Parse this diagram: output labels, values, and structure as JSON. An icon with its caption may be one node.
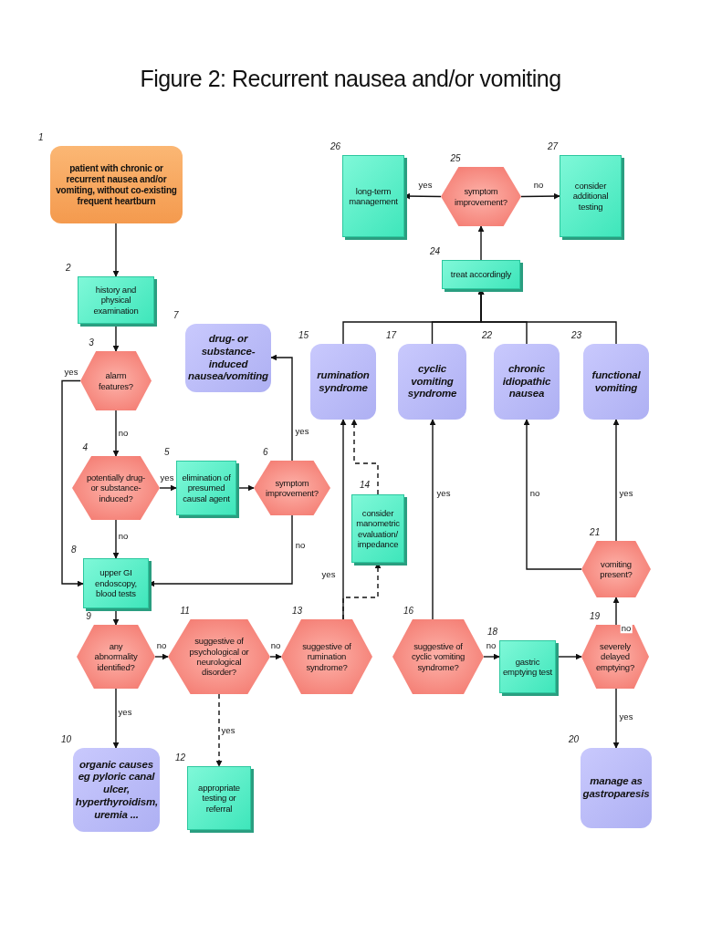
{
  "diagram": {
    "title": "Figure 2: Recurrent nausea and/or vomiting",
    "nodes": [
      {
        "text": [
          "patient with chronic or recurrent nausea and/or vomiting, without co-existing frequent heartburn"
        ],
        "beside": [
          "1"
        ]
      },
      {
        "text": [
          "history and physical examination"
        ],
        "beside": [
          "2"
        ]
      },
      {
        "text": [
          "alarm features?"
        ],
        "beside": [
          "3"
        ]
      },
      {
        "text": [
          "potentially drug- or substance-induced?"
        ],
        "beside": [
          "4"
        ]
      },
      {
        "text": [
          "elimination of presumed causal agent"
        ],
        "beside": [
          "5"
        ]
      },
      {
        "text": [
          "symptom improvement?"
        ],
        "beside": [
          "6"
        ]
      },
      {
        "text": [
          "drug- or substance-induced nausea/vomiting"
        ],
        "beside": [
          "7"
        ]
      },
      {
        "text": [
          "upper GI endoscopy, blood tests"
        ],
        "beside": [
          "8"
        ]
      },
      {
        "text": [
          "any abnormality identified?"
        ],
        "beside": [
          "9"
        ]
      },
      {
        "text": [
          "organic causes eg pyloric canal ulcer, hyperthyroidism, uremia ..."
        ],
        "beside": [
          "10"
        ]
      },
      {
        "text": [
          "suggestive of psychological or neurological disorder?"
        ],
        "beside": [
          "11"
        ]
      },
      {
        "text": [
          "appropriate testing or referral"
        ],
        "beside": [
          "12"
        ]
      },
      {
        "text": [
          "suggestive of rumination syndrome?"
        ],
        "beside": [
          "13"
        ]
      },
      {
        "text": [
          "consider manometric evaluation/ impedance"
        ],
        "beside": [
          "14"
        ]
      },
      {
        "text": [
          "rumination syndrome"
        ],
        "beside": [
          "15"
        ]
      },
      {
        "text": [
          "suggestive of cyclic vomiting syndrome?"
        ],
        "beside": [
          "16"
        ]
      },
      {
        "text": [
          "cyclic vomiting syndrome"
        ],
        "beside": [
          "17"
        ]
      },
      {
        "text": [
          "gastric emptying test"
        ],
        "beside": [
          "18"
        ]
      },
      {
        "text": [
          "severely delayed emptying?"
        ],
        "beside": [
          "19"
        ]
      },
      {
        "text": [
          "manage as gastroparesis"
        ],
        "beside": [
          "20"
        ]
      },
      {
        "text": [
          "vomiting present?"
        ],
        "beside": [
          "21"
        ]
      },
      {
        "text": [
          "chronic idiopathic nausea"
        ],
        "beside": [
          "22"
        ]
      },
      {
        "text": [
          "functional vomiting"
        ],
        "beside": [
          "23"
        ]
      },
      {
        "text": [
          "treat accordingly"
        ],
        "beside": [
          "24"
        ]
      },
      {
        "text": [
          "symptom improvement?"
        ],
        "beside": [
          "25"
        ]
      },
      {
        "text": [
          "long-term management"
        ],
        "beside": [
          "26"
        ]
      },
      {
        "text": [
          "consider additional testing"
        ],
        "beside": [
          "27"
        ]
      }
    ],
    "edges": [
      {
        "from": 0,
        "to": 1,
        "arrow": "to"
      },
      {
        "from": 1,
        "to": 2,
        "arrow": "to"
      },
      {
        "from": 2,
        "to": 7,
        "arrow": "to",
        "label": "yes"
      },
      {
        "from": 2,
        "to": 3,
        "arrow": "to",
        "label": "no"
      },
      {
        "from": 3,
        "to": 4,
        "arrow": "to",
        "label": "yes"
      },
      {
        "from": 4,
        "to": 5,
        "arrow": "to"
      },
      {
        "from": 5,
        "to": 6,
        "arrow": "to",
        "label": "yes"
      },
      {
        "from": 5,
        "to": 7,
        "arrow": "to",
        "label": "no"
      },
      {
        "from": 3,
        "to": 7,
        "arrow": "to",
        "label": "no"
      },
      {
        "from": 7,
        "to": 8,
        "arrow": "to"
      },
      {
        "from": 8,
        "to": 9,
        "arrow": "to",
        "label": "yes"
      },
      {
        "from": 8,
        "to": 10,
        "arrow": "to",
        "label": "no"
      },
      {
        "from": 10,
        "to": 11,
        "arrow": "to",
        "label": "yes",
        "style": "dashed"
      },
      {
        "from": 10,
        "to": 12,
        "arrow": "to",
        "label": "no"
      },
      {
        "from": 12,
        "to": 14,
        "arrow": "to",
        "label": "yes"
      },
      {
        "from": 12,
        "to": 13,
        "arrow": "to",
        "style": "dashed"
      },
      {
        "from": 13,
        "to": 14,
        "arrow": "to",
        "style": "dashed"
      },
      {
        "from": 15,
        "to": 16,
        "arrow": "to",
        "label": "yes"
      },
      {
        "from": 15,
        "to": 17,
        "arrow": "to",
        "label": "no"
      },
      {
        "from": 17,
        "to": 18,
        "arrow": "to"
      },
      {
        "from": 18,
        "to": 19,
        "arrow": "to",
        "label": "yes"
      },
      {
        "from": 18,
        "to": 20,
        "arrow": "to",
        "label": "no"
      },
      {
        "from": 20,
        "to": 21,
        "arrow": "to",
        "label": "no"
      },
      {
        "from": 20,
        "to": 22,
        "arrow": "to",
        "label": "yes"
      },
      {
        "from": 14,
        "to": 23,
        "arrow": "to"
      },
      {
        "from": 16,
        "to": 23,
        "arrow": "to"
      },
      {
        "from": 21,
        "to": 23,
        "arrow": "to"
      },
      {
        "from": 22,
        "to": 23,
        "arrow": "to"
      },
      {
        "from": 23,
        "to": 24,
        "arrow": "to"
      },
      {
        "from": 24,
        "to": 25,
        "arrow": "to",
        "label": "yes"
      },
      {
        "from": 24,
        "to": 26,
        "arrow": "to",
        "label": "no"
      }
    ]
  }
}
